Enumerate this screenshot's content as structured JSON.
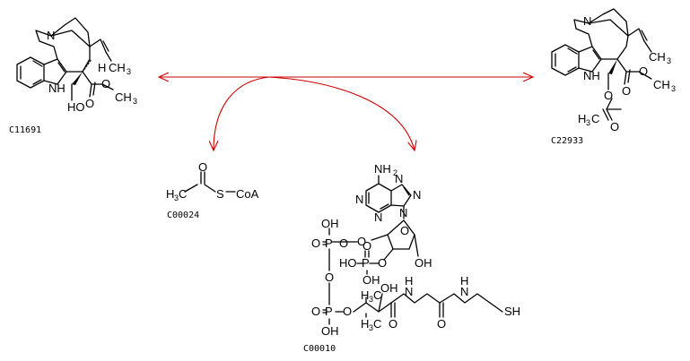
{
  "compounds": {
    "c11691": {
      "id": "C11691",
      "labels": {
        "N1": "N",
        "NH": "NH",
        "H": "H",
        "CH3": "CH",
        "OH": "HO",
        "O1": "O",
        "O2": "O",
        "CH3b": "CH",
        "sub3": "3",
        "sub3b": "3"
      }
    },
    "c22933": {
      "id": "C22933",
      "labels": {
        "N1": "N",
        "NH": "NH",
        "CH3": "CH",
        "O1": "O",
        "O2": "O",
        "O3": "O",
        "O4": "O",
        "CH3b": "CH",
        "H3C": "H",
        "sub3": "3",
        "sub3b": "3",
        "sub3c": "3",
        "C": "C"
      }
    },
    "c00024": {
      "id": "C00024",
      "labels": {
        "H": "H",
        "sub3": "3",
        "C": "C",
        "O": "O",
        "S": "S",
        "CoA": "CoA"
      }
    },
    "c00010": {
      "id": "C00010",
      "labels": {
        "NH2": "NH",
        "sub2": "2",
        "N1": "N",
        "N2": "N",
        "N3": "N",
        "N4": "N",
        "N9": "N",
        "O_ring": "O",
        "OH_ring": "OH",
        "O_link": "O",
        "O_p3": "O",
        "HO_p3": "HO",
        "P3": "P",
        "O_p3b": "O",
        "OH_p3": "OH",
        "OH_a": "OH",
        "O_a": "O",
        "P_a": "P",
        "O_a2": "O",
        "O_bridge": "O",
        "O_b": "O",
        "P_b": "P",
        "O_b2": "O",
        "OH_b": "OH",
        "H3C_a": "H",
        "sub3a": "3",
        "C_a": "C",
        "H3C_b": "H",
        "sub3b": "3",
        "C_b": "C",
        "OH_pant": "OH",
        "O_pant": "O",
        "NH_1": "N",
        "H_1": "H",
        "O_amide": "O",
        "NH_2": "N",
        "H_2": "H",
        "SH": "SH"
      }
    }
  }
}
